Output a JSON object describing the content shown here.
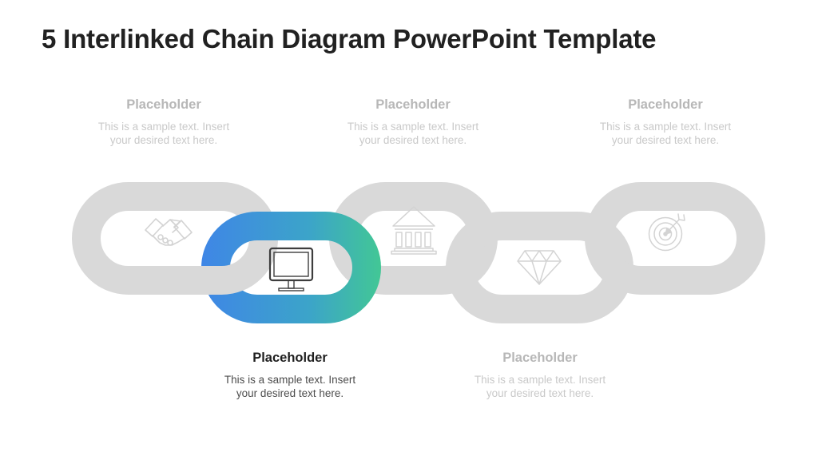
{
  "title": "5 Interlinked Chain Diagram PowerPoint Template",
  "placeholders": {
    "top": [
      {
        "title": "Placeholder",
        "body_lines": [
          "This is a sample text. Insert",
          "your desired text here."
        ]
      },
      {
        "title": "Placeholder",
        "body_lines": [
          "This is a sample text. Insert",
          "your desired text here."
        ]
      },
      {
        "title": "Placeholder",
        "body_lines": [
          "This is a sample text. Insert",
          "your desired text here."
        ]
      }
    ],
    "bottom": [
      {
        "title": "Placeholder",
        "body_lines": [
          "This is a sample text. Insert",
          "your desired text here."
        ],
        "emphasized": true
      },
      {
        "title": "Placeholder",
        "body_lines": [
          "This is a sample text. Insert",
          "your desired text here."
        ],
        "emphasized": false
      }
    ]
  },
  "chain": {
    "links": [
      {
        "icon": "handshake-icon",
        "highlighted": false
      },
      {
        "icon": "monitor-icon",
        "highlighted": true
      },
      {
        "icon": "bank-icon",
        "highlighted": false
      },
      {
        "icon": "diamond-icon",
        "highlighted": false
      },
      {
        "icon": "target-icon",
        "highlighted": false
      }
    ],
    "colors": {
      "link_gray": "#d9d9d9",
      "highlight_start": "#3F86E6",
      "highlight_mid": "#3CA4C9",
      "highlight_end": "#42C795",
      "icon_gray": "#d3d3d3",
      "icon_dark": "#3d3d3d"
    }
  },
  "text_colors": {
    "title": "#212121",
    "muted_heading": "#b7b7b7",
    "muted_body": "#c9c9c9",
    "dark_heading": "#1e1e1e",
    "dark_body": "#4d4d4d"
  }
}
